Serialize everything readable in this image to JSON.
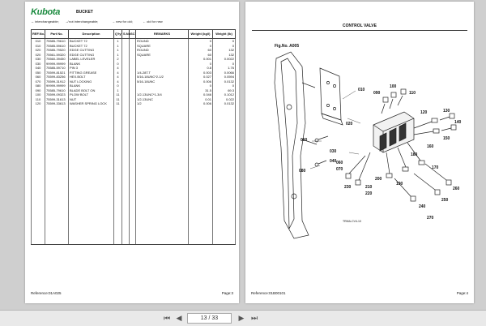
{
  "left_page": {
    "logo": "Kubota",
    "title": "BUCKET",
    "legend": [
      "↔ interchangeable;",
      "↛ not interchangeable;",
      "→ new for old;",
      "← old for new"
    ],
    "columns": [
      "REF.No.",
      "Part No.",
      "Description",
      "Q'ty",
      "S.No",
      "SC",
      "REMARKS",
      "Weight (kg/l)",
      "Weight (lb)"
    ],
    "rows": [
      {
        "ref": "010",
        "part": "75585-79610",
        "desc": "BUCKET 72",
        "qty": "1",
        "sno": "",
        "sc": "",
        "remarks": "ROUND",
        "kg": "0",
        "lb": "0"
      },
      {
        "ref": "010",
        "part": "75585-59610",
        "desc": "BUCKET 72",
        "qty": "1",
        "sno": "",
        "sc": "",
        "remarks": "SQUARE",
        "kg": "0",
        "lb": "0"
      },
      {
        "ref": "020",
        "part": "75585-79520",
        "desc": "EDGE CUTTING",
        "qty": "1",
        "sno": "",
        "sc": "",
        "remarks": "ROUND",
        "kg": "60",
        "lb": "132"
      },
      {
        "ref": "020",
        "part": "75561-59320",
        "desc": "EDGE CUTTING",
        "qty": "1",
        "sno": "",
        "sc": "",
        "remarks": "SQUARE",
        "kg": "60",
        "lb": "132"
      },
      {
        "ref": "030",
        "part": "75560-39450",
        "desc": "LABEL LEVELER",
        "qty": "2",
        "sno": "",
        "sc": "",
        "remarks": "",
        "kg": "0.001",
        "lb": "0.0022"
      },
      {
        "ref": "030",
        "part": "99999-99999",
        "desc": "BLANK",
        "qty": "0",
        "sno": "",
        "sc": "",
        "remarks": "",
        "kg": "0",
        "lb": "0"
      },
      {
        "ref": "040",
        "part": "75585-59710",
        "desc": "PIN 3",
        "qty": "4",
        "sno": "",
        "sc": "",
        "remarks": "",
        "kg": "0.8",
        "lb": "1.76"
      },
      {
        "ref": "050",
        "part": "75599-81521",
        "desc": "FITTING GREASE",
        "qty": "4",
        "sno": "",
        "sc": "",
        "remarks": "1/4-28T.T",
        "kg": "0.003",
        "lb": "0.0066"
      },
      {
        "ref": "060",
        "part": "75599-83256",
        "desc": "HEX.BOLT",
        "qty": "4",
        "sno": "",
        "sc": "",
        "remarks": "5/16-18UNC*2-1/2",
        "kg": "0.027",
        "lb": "0.0594"
      },
      {
        "ref": "070",
        "part": "75599-31912",
        "desc": "NUT LOCKING",
        "qty": "4",
        "sno": "",
        "sc": "",
        "remarks": "5/16-18UNC",
        "kg": "0.006",
        "lb": "0.0132"
      },
      {
        "ref": "080",
        "part": "99999-99999",
        "desc": "BLANK",
        "qty": "0",
        "sno": "",
        "sc": "",
        "remarks": "",
        "kg": "0",
        "lb": "0"
      },
      {
        "ref": "090",
        "part": "75585-79610",
        "desc": "BLADE BOLT ON",
        "qty": "1",
        "sno": "",
        "sc": "",
        "remarks": "",
        "kg": "31.5",
        "lb": "69.3"
      },
      {
        "ref": "100",
        "part": "75599-09323",
        "desc": "PLOW BOLT",
        "qty": "11",
        "sno": "",
        "sc": "",
        "remarks": "1/2-13UNC*1-3/4",
        "kg": "0.046",
        "lb": "0.1012"
      },
      {
        "ref": "110",
        "part": "75599-31613",
        "desc": "NUT",
        "qty": "11",
        "sno": "",
        "sc": "",
        "remarks": "1/2-13UNC",
        "kg": "0.01",
        "lb": "0.022"
      },
      {
        "ref": "120",
        "part": "75599-33613",
        "desc": "WASHER SPRING LOCK",
        "qty": "11",
        "sno": "",
        "sc": "",
        "remarks": "1/2",
        "kg": "0.006",
        "lb": "0.0132"
      }
    ],
    "footer_left": "Reference:01A025",
    "footer_right": "Page:3"
  },
  "right_page": {
    "title": "CONTROL VALVE",
    "callouts": {
      "fig": "Fig.No. A005",
      "c010": "010",
      "c020": "020",
      "c030": "030",
      "c040": "040",
      "c050": "050",
      "c060": "060",
      "c070": "070",
      "c080": "080",
      "c090": "090",
      "c100": "100",
      "c110": "110",
      "c120": "120",
      "c130": "130",
      "c140": "140",
      "c150": "150",
      "c160": "160",
      "c170": "170",
      "c180": "180",
      "c190": "190",
      "c200": "200",
      "c210": "210",
      "c220": "220",
      "c230": "230",
      "c240": "240",
      "c250": "250",
      "c260": "260",
      "c270": "270",
      "drawing_code": "TRMA-CV4-10"
    },
    "footer_left": "Reference:01B00101",
    "footer_right": "Page:4"
  },
  "toolbar": {
    "first_icon": "first-page-icon",
    "prev_icon": "prev-page-icon",
    "page_indicator": "13 / 33",
    "next_icon": "next-page-icon",
    "last_icon": "last-page-icon"
  }
}
